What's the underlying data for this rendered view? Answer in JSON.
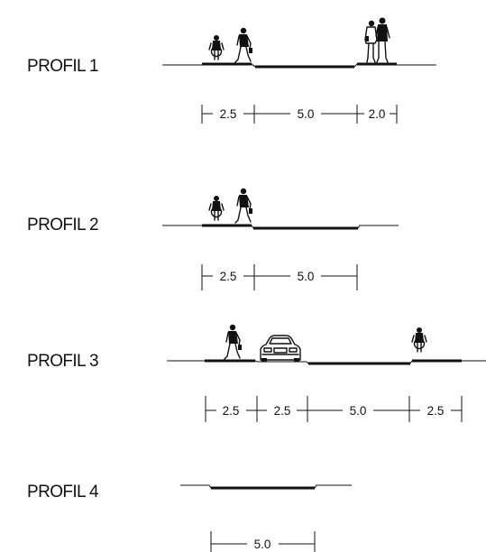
{
  "profiles": [
    {
      "label": "PROFIL 1",
      "dimensions": [
        "2.5",
        "5.0",
        "2.0"
      ]
    },
    {
      "label": "PROFIL 2",
      "dimensions": [
        "2.5",
        "5.0"
      ]
    },
    {
      "label": "PROFIL 3",
      "dimensions": [
        "2.5",
        "2.5",
        "5.0",
        "2.5"
      ]
    },
    {
      "label": "PROFIL 4",
      "dimensions": [
        "5.0"
      ]
    }
  ],
  "icons": {
    "cyclist": "cyclist-icon",
    "pedestrian": "pedestrian-icon",
    "couple": "pedestrian-couple-icon",
    "car": "car-icon"
  }
}
